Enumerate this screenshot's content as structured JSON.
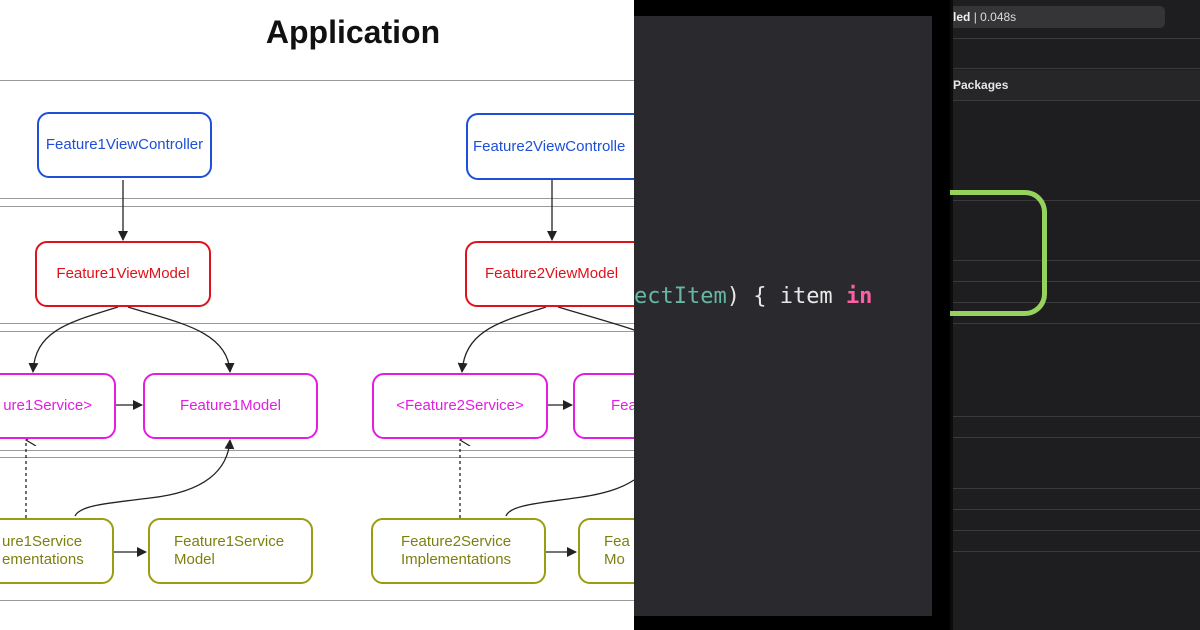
{
  "diagram": {
    "title": "Application",
    "nodes": {
      "feature1_view_controller": "Feature1ViewController",
      "feature2_view_controller": "Feature2ViewControlle",
      "feature1_view_model": "Feature1ViewModel",
      "feature2_view_model": "Feature2ViewModel",
      "feature1_service_protocol": "ure1Service>",
      "feature1_model": "Feature1Model",
      "feature2_service_protocol": "<Feature2Service>",
      "feature2_model_partial": "Fea",
      "feature1_service_impl": [
        "ure1Service",
        "ementations"
      ],
      "feature1_service_model": [
        "Feature1Service",
        "Model"
      ],
      "feature2_service_impl": [
        "Feature2Service",
        "Implementations"
      ],
      "feature2_service_model_partial": [
        "Fea",
        "Mo"
      ]
    },
    "colors": {
      "view_controller": "#1d4fd7",
      "view_model": "#e0111a",
      "service": "#e21ee0",
      "implementation": "#9a9d12"
    }
  },
  "code": {
    "type_fragment": "ectItem",
    "middle": ") { item ",
    "keyword": "in",
    "colors": {
      "type": "#67b7a4",
      "keyword": "#fc5fa3",
      "plain": "#e8e8e8"
    }
  },
  "build_log": {
    "status_text": "led",
    "status_time": "| 0.048s",
    "section_label": "Packages",
    "highlight_color": "#95d35c"
  }
}
